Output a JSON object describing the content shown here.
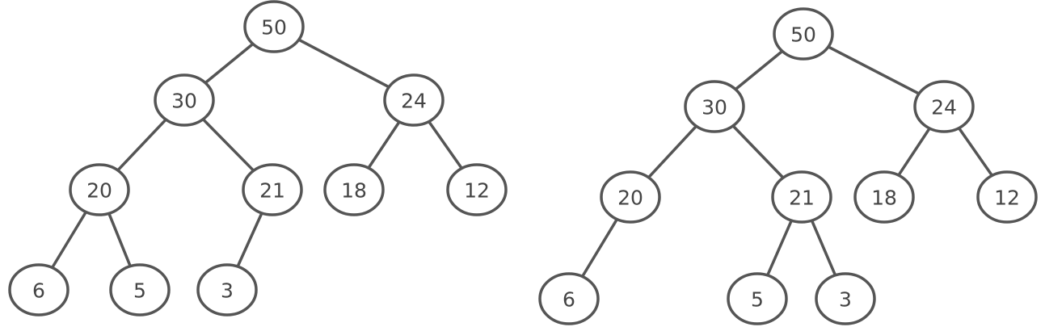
{
  "diagram": {
    "trees": [
      {
        "id": "left",
        "nodes": [
          {
            "id": "n50",
            "label": "50"
          },
          {
            "id": "n30",
            "label": "30"
          },
          {
            "id": "n24",
            "label": "24"
          },
          {
            "id": "n20",
            "label": "20"
          },
          {
            "id": "n21",
            "label": "21"
          },
          {
            "id": "n18",
            "label": "18"
          },
          {
            "id": "n12",
            "label": "12"
          },
          {
            "id": "n6",
            "label": "6"
          },
          {
            "id": "n5",
            "label": "5"
          },
          {
            "id": "n3",
            "label": "3"
          }
        ],
        "edges": [
          [
            "n50",
            "n30"
          ],
          [
            "n50",
            "n24"
          ],
          [
            "n30",
            "n20"
          ],
          [
            "n30",
            "n21"
          ],
          [
            "n24",
            "n18"
          ],
          [
            "n24",
            "n12"
          ],
          [
            "n20",
            "n6"
          ],
          [
            "n20",
            "n5"
          ],
          [
            "n21",
            "n3"
          ]
        ]
      },
      {
        "id": "right",
        "nodes": [
          {
            "id": "n50",
            "label": "50"
          },
          {
            "id": "n30",
            "label": "30"
          },
          {
            "id": "n24",
            "label": "24"
          },
          {
            "id": "n20",
            "label": "20"
          },
          {
            "id": "n21",
            "label": "21"
          },
          {
            "id": "n18",
            "label": "18"
          },
          {
            "id": "n12",
            "label": "12"
          },
          {
            "id": "n6",
            "label": "6"
          },
          {
            "id": "n5",
            "label": "5"
          },
          {
            "id": "n3",
            "label": "3"
          }
        ],
        "edges": [
          [
            "n50",
            "n30"
          ],
          [
            "n50",
            "n24"
          ],
          [
            "n30",
            "n20"
          ],
          [
            "n30",
            "n21"
          ],
          [
            "n24",
            "n18"
          ],
          [
            "n24",
            "n12"
          ],
          [
            "n20",
            "n6"
          ],
          [
            "n21",
            "n5"
          ],
          [
            "n21",
            "n3"
          ]
        ]
      }
    ]
  }
}
